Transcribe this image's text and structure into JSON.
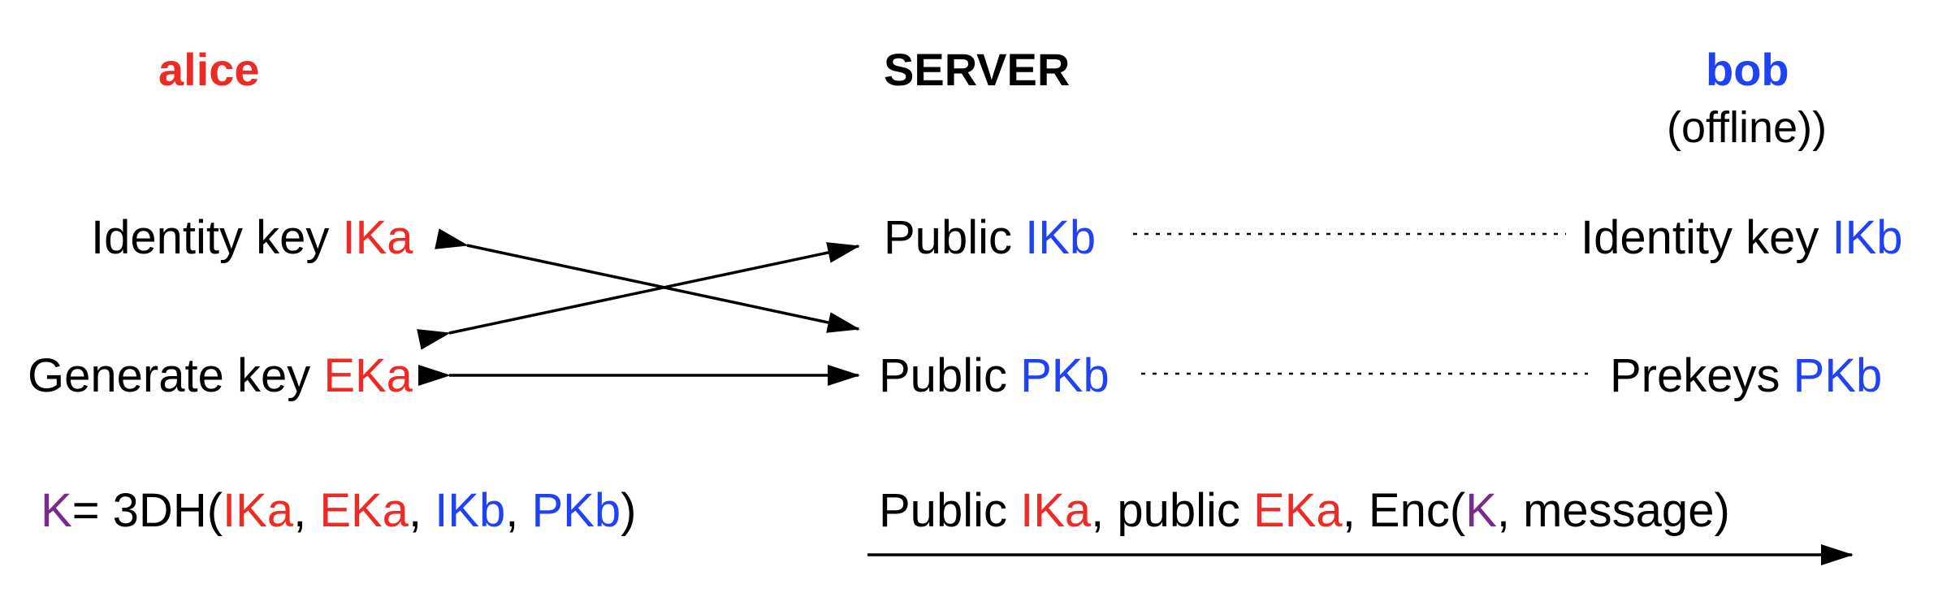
{
  "colors": {
    "alice": "#ee2a24",
    "bob": "#1f42f4",
    "key": "#7a2a8c",
    "text": "#000000"
  },
  "headers": {
    "alice": "alice",
    "server": "SERVER",
    "bob": "bob",
    "bob_status": "(offline))"
  },
  "alice": {
    "identity": {
      "label": "Identity key ",
      "key": "IKa"
    },
    "generate": {
      "label": "Generate key ",
      "key": "EKa"
    },
    "formula": {
      "k": "K",
      "eq": "= 3DH(",
      "ika": "IKa",
      "sep1": ", ",
      "eka": "EKa",
      "sep2": ", ",
      "ikb": "IKb",
      "sep3": ", ",
      "pkb": "PKb",
      "close": ")"
    }
  },
  "server": {
    "public_ikb": {
      "label": "Public ",
      "key": "IKb"
    },
    "public_pkb": {
      "label": "Public ",
      "key": "PKb"
    },
    "message": {
      "p1": "Public ",
      "ika": "IKa",
      "p2": ", public ",
      "eka": "EKa",
      "p3": ", Enc(",
      "k": "K",
      "p4": ", message)"
    }
  },
  "bob": {
    "identity": {
      "label": "Identity key ",
      "key": "IKb"
    },
    "prekeys": {
      "label": "Prekeys ",
      "key": "PKb"
    }
  }
}
